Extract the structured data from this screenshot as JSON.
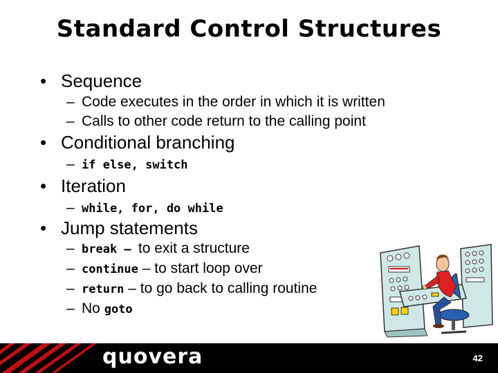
{
  "slide": {
    "title": "Standard Control Structures",
    "number": "42"
  },
  "bullets": {
    "sequence": {
      "label": "Sequence",
      "sub1": "Code executes in the order in which it is written",
      "sub2": "Calls to other code return to the calling point"
    },
    "conditional": {
      "label": "Conditional branching",
      "code": "if else, switch"
    },
    "iteration": {
      "label": "Iteration",
      "code": "while, for, do while"
    },
    "jump": {
      "label": "Jump statements",
      "break_code": "break",
      "break_text": "to exit a structure",
      "continue_code": "continue",
      "continue_text": "– to start loop over",
      "return_code": "return",
      "return_text": "– to go back to calling routine",
      "no_label": "No",
      "goto_code": "goto"
    }
  },
  "footer": {
    "logo_text": "quovera",
    "bg_color": "#000000",
    "logo_color": "#ffffff",
    "stripe_color": "#cc1111"
  },
  "clipart": {
    "icon": "operator-at-control-panel-icon"
  }
}
